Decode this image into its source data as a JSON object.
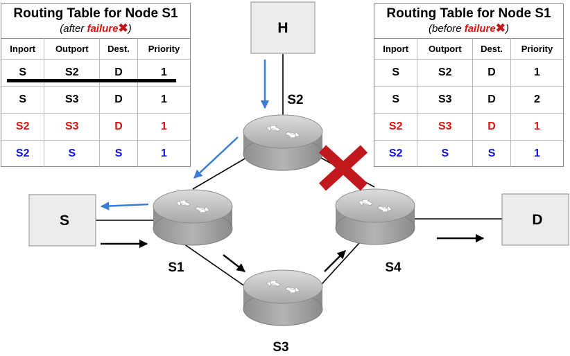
{
  "hosts": {
    "h": "H",
    "s": "S",
    "d": "D"
  },
  "routers": {
    "s1": "S1",
    "s2": "S2",
    "s3": "S3",
    "s4": "S4"
  },
  "table_after": {
    "title": "Routing Table for Node S1",
    "subtitle_prefix": "(after ",
    "subtitle_fail": "failure",
    "subtitle_suffix": ")",
    "headers": [
      "Inport",
      "Outport",
      "Dest.",
      "Priority"
    ],
    "rows": [
      {
        "cells": [
          "S",
          "S2",
          "D",
          "1"
        ],
        "color": "black",
        "struck": true
      },
      {
        "cells": [
          "S",
          "S3",
          "D",
          "1"
        ],
        "color": "black",
        "struck": false
      },
      {
        "cells": [
          "S2",
          "S3",
          "D",
          "1"
        ],
        "color": "red",
        "struck": false
      },
      {
        "cells": [
          "S2",
          "S",
          "S",
          "1"
        ],
        "color": "blue",
        "struck": false
      }
    ]
  },
  "table_before": {
    "title": "Routing Table for Node S1",
    "subtitle_prefix": "(before ",
    "subtitle_fail": "failure",
    "subtitle_suffix": ")",
    "headers": [
      "Inport",
      "Outport",
      "Dest.",
      "Priority"
    ],
    "rows": [
      {
        "cells": [
          "S",
          "S2",
          "D",
          "1"
        ],
        "color": "black",
        "struck": false
      },
      {
        "cells": [
          "S",
          "S3",
          "D",
          "2"
        ],
        "color": "black",
        "struck": false
      },
      {
        "cells": [
          "S2",
          "S3",
          "D",
          "1"
        ],
        "color": "red",
        "struck": false
      },
      {
        "cells": [
          "S2",
          "S",
          "S",
          "1"
        ],
        "color": "blue",
        "struck": false
      }
    ]
  },
  "colors": {
    "failure_mark": "#c0181c",
    "blue_path": "#3a7bd5",
    "red_text": "#e01010",
    "blue_text": "#1010e0"
  }
}
